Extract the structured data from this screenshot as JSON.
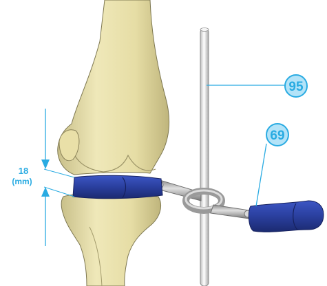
{
  "callouts": [
    {
      "number": "95"
    },
    {
      "number": "69"
    }
  ],
  "dimension": {
    "value": "18",
    "unit": "(mm)"
  },
  "colors": {
    "accent": "#29abe2",
    "callout_fill": "#b3e3f8",
    "bone": "#ede5b0",
    "band": "#2a3f9e",
    "rod": "#e8e8e8"
  }
}
